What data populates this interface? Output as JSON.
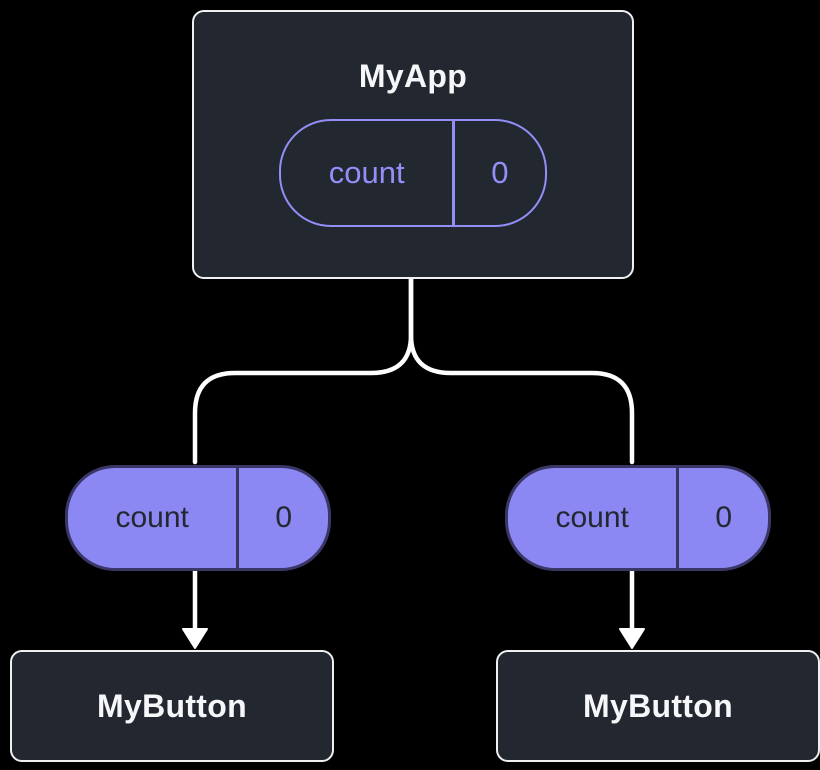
{
  "diagram": {
    "root": {
      "title": "MyApp",
      "state": {
        "name": "count",
        "value": "0"
      }
    },
    "props": [
      {
        "name": "count",
        "value": "0"
      },
      {
        "name": "count",
        "value": "0"
      }
    ],
    "children": [
      {
        "title": "MyButton"
      },
      {
        "title": "MyButton"
      }
    ],
    "colors": {
      "background": "#000000",
      "card": "#23272F",
      "card_border": "#EEF0F2",
      "title_text": "#F6F7F9",
      "accent": "#938EF8",
      "pill_fill": "#8B87F3",
      "pill_border": "#3A3666",
      "pill_text": "#23272F",
      "connector": "#FFFFFF"
    }
  }
}
